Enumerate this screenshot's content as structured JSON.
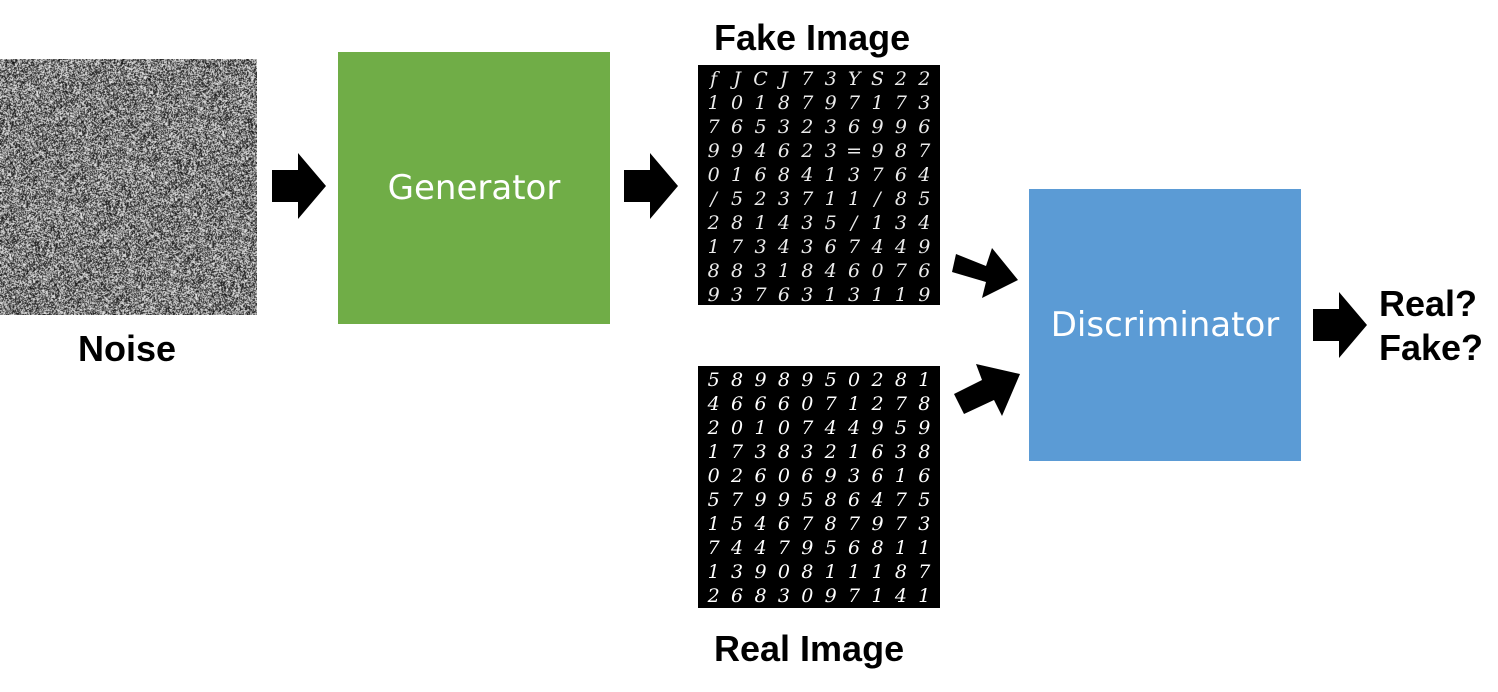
{
  "noise": {
    "label": "Noise"
  },
  "generator": {
    "label": "Generator",
    "color": "#70ad47"
  },
  "discriminator": {
    "label": "Discriminator",
    "color": "#5b9bd5"
  },
  "fake_image": {
    "label": "Fake Image",
    "digits": [
      [
        "f",
        "J",
        "C",
        "J",
        "7",
        "3",
        "Y",
        "S",
        "2",
        "2"
      ],
      [
        "1",
        "0",
        "1",
        "8",
        "7",
        "9",
        "7",
        "1",
        "7",
        "3"
      ],
      [
        "7",
        "6",
        "5",
        "3",
        "2",
        "3",
        "6",
        "9",
        "9",
        "6"
      ],
      [
        "9",
        "9",
        "4",
        "6",
        "2",
        "3",
        "=",
        "9",
        "8",
        "7"
      ],
      [
        "0",
        "1",
        "6",
        "8",
        "4",
        "1",
        "3",
        "7",
        "6",
        "4"
      ],
      [
        "/",
        "5",
        "2",
        "3",
        "7",
        "1",
        "1",
        "/",
        "8",
        "5"
      ],
      [
        "2",
        "8",
        "1",
        "4",
        "3",
        "5",
        "/",
        "1",
        "3",
        "4"
      ],
      [
        "1",
        "7",
        "3",
        "4",
        "3",
        "6",
        "7",
        "4",
        "4",
        "9"
      ],
      [
        "8",
        "8",
        "3",
        "1",
        "8",
        "4",
        "6",
        "0",
        "7",
        "6"
      ],
      [
        "9",
        "3",
        "7",
        "6",
        "3",
        "1",
        "3",
        "1",
        "1",
        "9"
      ]
    ]
  },
  "real_image": {
    "label": "Real Image",
    "digits": [
      [
        "5",
        "8",
        "9",
        "8",
        "9",
        "5",
        "0",
        "2",
        "8",
        "1"
      ],
      [
        "4",
        "6",
        "6",
        "6",
        "0",
        "7",
        "1",
        "2",
        "7",
        "8"
      ],
      [
        "2",
        "0",
        "1",
        "0",
        "7",
        "4",
        "4",
        "9",
        "5",
        "9"
      ],
      [
        "1",
        "7",
        "3",
        "8",
        "3",
        "2",
        "1",
        "6",
        "3",
        "8"
      ],
      [
        "0",
        "2",
        "6",
        "0",
        "6",
        "9",
        "3",
        "6",
        "1",
        "6"
      ],
      [
        "5",
        "7",
        "9",
        "9",
        "5",
        "8",
        "6",
        "4",
        "7",
        "5"
      ],
      [
        "1",
        "5",
        "4",
        "6",
        "7",
        "8",
        "7",
        "9",
        "7",
        "3"
      ],
      [
        "7",
        "4",
        "4",
        "7",
        "9",
        "5",
        "6",
        "8",
        "1",
        "1"
      ],
      [
        "1",
        "3",
        "9",
        "0",
        "8",
        "1",
        "1",
        "1",
        "8",
        "7"
      ],
      [
        "2",
        "6",
        "8",
        "3",
        "0",
        "9",
        "7",
        "1",
        "4",
        "1"
      ]
    ]
  },
  "output": {
    "line1": "Real?",
    "line2": "Fake?"
  }
}
